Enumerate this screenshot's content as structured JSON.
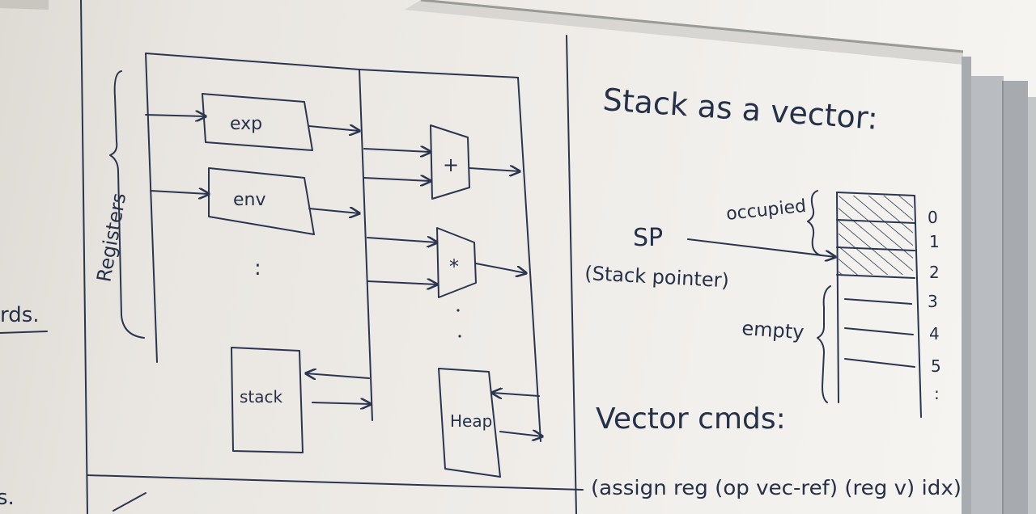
{
  "left_edge": {
    "fragment_1": "rds.",
    "fragment_2": "s."
  },
  "machine_diagram": {
    "brace_label": "Registers",
    "registers": [
      "exp",
      "env"
    ],
    "ellipsis": ":",
    "operators": [
      "+",
      "*"
    ],
    "stack_box": "stack",
    "heap_box": "Heap"
  },
  "right_panel": {
    "title": "Stack as a vector:",
    "sp_label": "SP",
    "sp_caption": "(Stack pointer)",
    "occupied_label": "occupied",
    "empty_label": "empty",
    "indices": [
      "0",
      "1",
      "2",
      "3",
      "4",
      "5",
      ":"
    ],
    "vector_heading": "Vector cmds:",
    "command": "(assign reg (op vec-ref) (reg v) idx)"
  },
  "colors": {
    "ink": "#2a3550",
    "board": "#efece8",
    "frame": "#b8bcc0"
  }
}
